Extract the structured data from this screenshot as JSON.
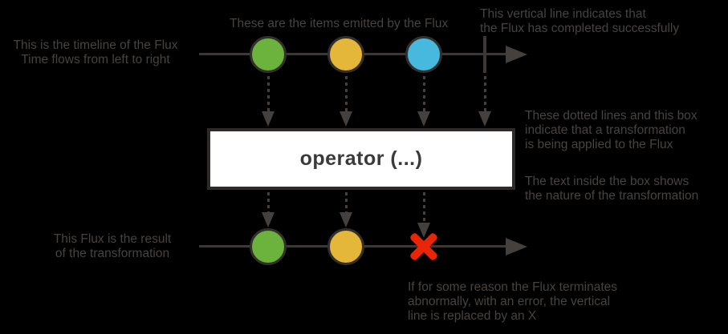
{
  "colors": {
    "background": "#000000",
    "text": "#474340",
    "line": "#3c3836",
    "arrow": "#44403d",
    "marble_border": "#322f2d",
    "marble_green": "#6cb33e",
    "marble_yellow": "#e4b73a",
    "marble_blue": "#47b8de",
    "box_bg": "#ffffff",
    "box_border": "#2d2a28",
    "box_text": "#3a3a3a",
    "error_red": "#e92507"
  },
  "operator_box": {
    "label": "operator (...)"
  },
  "annotations": {
    "timeline": {
      "lines": [
        "This is the timeline of the Flux",
        "Time flows from left to right"
      ]
    },
    "items": {
      "lines": [
        "These are the items emitted by the Flux"
      ]
    },
    "complete": {
      "lines": [
        "This vertical line indicates that",
        "the Flux has completed successfully"
      ]
    },
    "transformation": {
      "lines": [
        "These dotted lines and this box",
        "indicate that a transformation",
        "is being applied to the Flux"
      ]
    },
    "box_text": {
      "lines": [
        "The text inside the box shows",
        "the nature of the transformation"
      ]
    },
    "result": {
      "lines": [
        "This Flux is the result",
        "of the transformation"
      ]
    },
    "error": {
      "lines": [
        "If for some reason the Flux terminates",
        "abnormally, with an error, the vertical",
        "line is replaced by an X"
      ]
    }
  },
  "marbles": {
    "source": [
      "green",
      "yellow",
      "blue"
    ],
    "result": [
      "green",
      "yellow"
    ]
  }
}
